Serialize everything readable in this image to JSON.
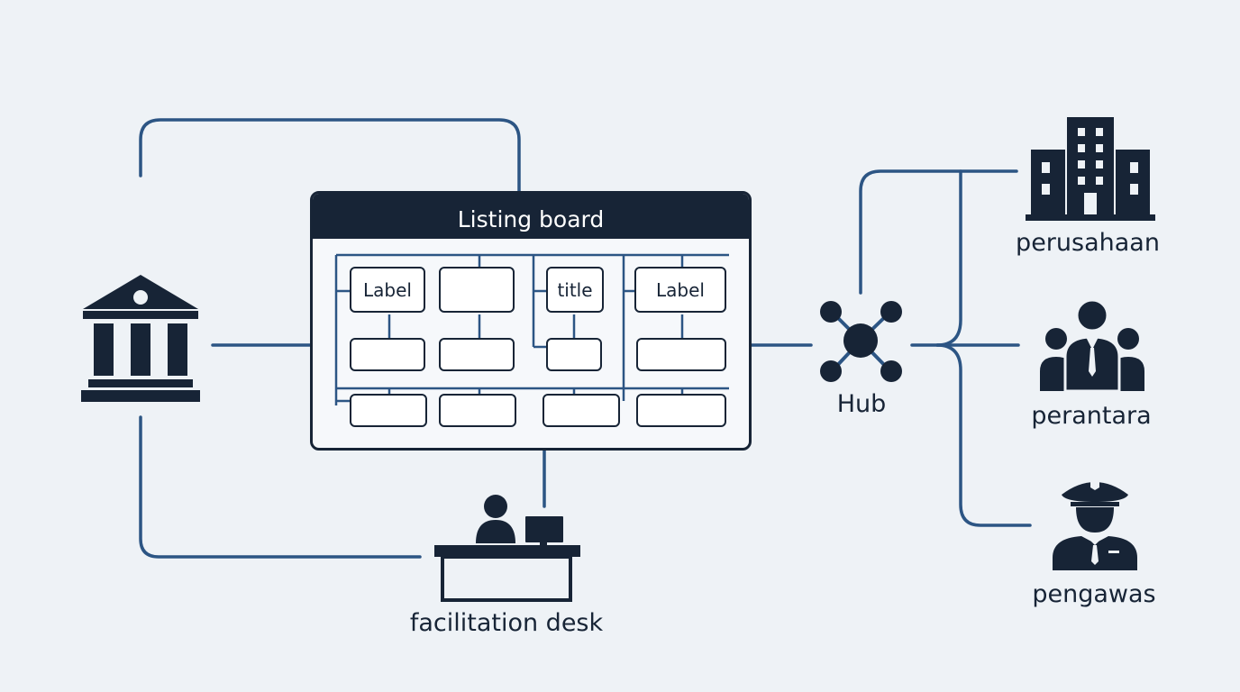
{
  "board": {
    "title": "Listing board",
    "cells": [
      {
        "id": "r1c1",
        "text": "Label"
      },
      {
        "id": "r1c2",
        "text": ""
      },
      {
        "id": "r1c3",
        "text": "title"
      },
      {
        "id": "r1c4",
        "text": "Label"
      },
      {
        "id": "r2c1",
        "text": ""
      },
      {
        "id": "r2c2",
        "text": ""
      },
      {
        "id": "r2c3",
        "text": ""
      },
      {
        "id": "r2c4",
        "text": ""
      },
      {
        "id": "r3c1",
        "text": ""
      },
      {
        "id": "r3c2",
        "text": ""
      },
      {
        "id": "r3c3",
        "text": ""
      },
      {
        "id": "r3c4",
        "text": ""
      }
    ]
  },
  "nodes": {
    "hub": {
      "label": "Hub",
      "icon": "network-hub-icon"
    },
    "desk": {
      "label": "facilitation desk",
      "icon": "reception-desk-icon"
    },
    "institution": {
      "icon": "bank-building-icon"
    },
    "company": {
      "label": "perusahaan",
      "icon": "office-building-icon"
    },
    "broker": {
      "label": "perantara",
      "icon": "group-people-icon"
    },
    "supervisor": {
      "label": "pengawas",
      "icon": "officer-icon"
    }
  },
  "colors": {
    "background": "#eef2f6",
    "ink": "#172436",
    "connector": "#2c5584"
  }
}
